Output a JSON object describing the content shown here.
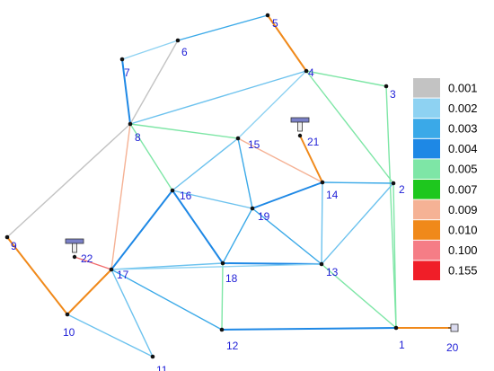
{
  "network": {
    "nodes": [
      {
        "id": "1",
        "label": "1"
      },
      {
        "id": "2",
        "label": "2"
      },
      {
        "id": "3",
        "label": "3"
      },
      {
        "id": "4",
        "label": "4"
      },
      {
        "id": "5",
        "label": "5"
      },
      {
        "id": "6",
        "label": "6"
      },
      {
        "id": "7",
        "label": "7"
      },
      {
        "id": "8",
        "label": "8"
      },
      {
        "id": "9",
        "label": "9"
      },
      {
        "id": "10",
        "label": "10"
      },
      {
        "id": "11",
        "label": "11"
      },
      {
        "id": "12",
        "label": "12"
      },
      {
        "id": "13",
        "label": "13"
      },
      {
        "id": "14",
        "label": "14"
      },
      {
        "id": "15",
        "label": "15"
      },
      {
        "id": "16",
        "label": "16"
      },
      {
        "id": "17",
        "label": "17"
      },
      {
        "id": "18",
        "label": "18"
      },
      {
        "id": "19",
        "label": "19"
      },
      {
        "id": "20",
        "label": "20"
      },
      {
        "id": "21",
        "label": "21"
      },
      {
        "id": "22",
        "label": "22"
      }
    ],
    "reservoirs": [
      "20",
      "21",
      "22"
    ],
    "edges": [
      {
        "from": "5",
        "to": "6",
        "color": "#3aa9e8"
      },
      {
        "from": "5",
        "to": "4",
        "color": "#f0891a"
      },
      {
        "from": "6",
        "to": "7",
        "color": "#8ed2f2"
      },
      {
        "from": "6",
        "to": "8",
        "color": "#c3c3c3"
      },
      {
        "from": "7",
        "to": "8",
        "color": "#1e88e5"
      },
      {
        "from": "4",
        "to": "3",
        "color": "#7ee6a6"
      },
      {
        "from": "4",
        "to": "8",
        "color": "#6cc2ee"
      },
      {
        "from": "4",
        "to": "15",
        "color": "#8ed2f2"
      },
      {
        "from": "4",
        "to": "2",
        "color": "#7ee6a6"
      },
      {
        "from": "3",
        "to": "1",
        "color": "#7ee6a6"
      },
      {
        "from": "8",
        "to": "15",
        "color": "#7ee6a6"
      },
      {
        "from": "8",
        "to": "16",
        "color": "#7ee6a6"
      },
      {
        "from": "8",
        "to": "17",
        "color": "#f5b295"
      },
      {
        "from": "8",
        "to": "9",
        "color": "#c3c3c3"
      },
      {
        "from": "15",
        "to": "16",
        "color": "#6cc2ee"
      },
      {
        "from": "15",
        "to": "19",
        "color": "#3aa9e8"
      },
      {
        "from": "15",
        "to": "14",
        "color": "#f5b295"
      },
      {
        "from": "21",
        "to": "14",
        "color": "#f0891a"
      },
      {
        "from": "14",
        "to": "19",
        "color": "#1e88e5"
      },
      {
        "from": "14",
        "to": "2",
        "color": "#3aa9e8"
      },
      {
        "from": "14",
        "to": "13",
        "color": "#6cc2ee"
      },
      {
        "from": "2",
        "to": "13",
        "color": "#6cc2ee"
      },
      {
        "from": "2",
        "to": "1",
        "color": "#7ee6a6"
      },
      {
        "from": "16",
        "to": "19",
        "color": "#6cc2ee"
      },
      {
        "from": "16",
        "to": "18",
        "color": "#1e88e5"
      },
      {
        "from": "16",
        "to": "17",
        "color": "#1e88e5"
      },
      {
        "from": "19",
        "to": "18",
        "color": "#3aa9e8"
      },
      {
        "from": "19",
        "to": "13",
        "color": "#3aa9e8"
      },
      {
        "from": "17",
        "to": "18",
        "color": "#6cc2ee"
      },
      {
        "from": "18",
        "to": "13",
        "color": "#1e88e5"
      },
      {
        "from": "18",
        "to": "12",
        "color": "#7ee6a6"
      },
      {
        "from": "13",
        "to": "1",
        "color": "#7ee6a6"
      },
      {
        "from": "17",
        "to": "13",
        "color": "#8ed2f2"
      },
      {
        "from": "17",
        "to": "12",
        "color": "#3aa9e8"
      },
      {
        "from": "17",
        "to": "11",
        "color": "#6cc2ee"
      },
      {
        "from": "17",
        "to": "10",
        "color": "#f0891a"
      },
      {
        "from": "22",
        "to": "17",
        "color": "#f26d6d"
      },
      {
        "from": "9",
        "to": "10",
        "color": "#f0891a"
      },
      {
        "from": "10",
        "to": "11",
        "color": "#6cc2ee"
      },
      {
        "from": "12",
        "to": "1",
        "color": "#1e88e5"
      },
      {
        "from": "1",
        "to": "20",
        "color": "#f0891a"
      }
    ]
  },
  "legend": {
    "items": [
      {
        "label": "0.001",
        "color": "#c3c3c3"
      },
      {
        "label": "0.002",
        "color": "#8ed2f2"
      },
      {
        "label": "0.003",
        "color": "#3aa9e8"
      },
      {
        "label": "0.004",
        "color": "#1e88e5"
      },
      {
        "label": "0.005",
        "color": "#7ee6a6"
      },
      {
        "label": "0.007",
        "color": "#1ec71e"
      },
      {
        "label": "0.009",
        "color": "#f5b295"
      },
      {
        "label": "0.010",
        "color": "#f0891a"
      },
      {
        "label": "0.100",
        "color": "#f57d86"
      },
      {
        "label": "0.155",
        "color": "#f01e28"
      }
    ]
  }
}
